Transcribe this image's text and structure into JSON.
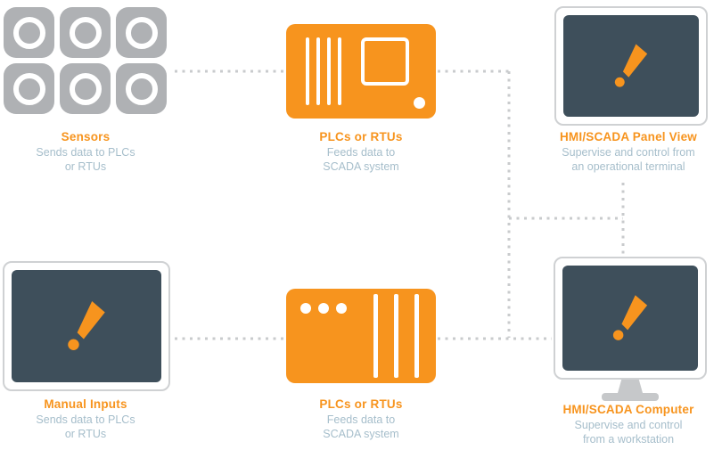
{
  "colors": {
    "orange": "#F7941E",
    "sensor_gray": "#AFB1B4",
    "screen_dark": "#3E4F5B",
    "frame_border": "#CFD1D3",
    "stand_gray": "#C6C8CA",
    "line_gray": "#C9CBCD",
    "subtitle_text": "#A6BECB"
  },
  "nodes": {
    "sensors": {
      "title": "Sensors",
      "subtitle": "Sends data to PLCs\nor RTUs"
    },
    "plc_top": {
      "title": "PLCs or RTUs",
      "subtitle": "Feeds data to\nSCADA system"
    },
    "panel_view": {
      "title": "HMI/SCADA Panel View",
      "subtitle": "Supervise and control from\nan operational terminal"
    },
    "manual_inputs": {
      "title": "Manual Inputs",
      "subtitle": "Sends data to PLCs\nor RTUs"
    },
    "plc_bottom": {
      "title": "PLCs or RTUs",
      "subtitle": "Feeds data to\nSCADA system"
    },
    "computer": {
      "title": "HMI/SCADA Computer",
      "subtitle": "Supervise and control\nfrom a workstation"
    }
  }
}
